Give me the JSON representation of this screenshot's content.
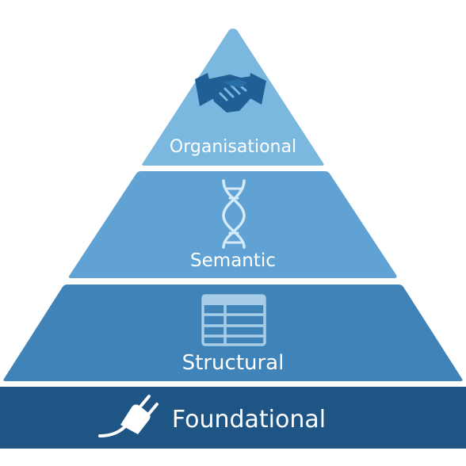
{
  "diagram": {
    "layers": [
      {
        "id": "organisational",
        "label": "Organisational",
        "icon": "handshake-icon",
        "color": "#7ab8e0"
      },
      {
        "id": "semantic",
        "label": "Semantic",
        "icon": "dna-icon",
        "color": "#5fa2d3"
      },
      {
        "id": "structural",
        "label": "Structural",
        "icon": "table-icon",
        "color": "#3f83b8"
      },
      {
        "id": "foundational",
        "label": "Foundational",
        "icon": "plug-icon",
        "color": "#1f5585"
      }
    ]
  }
}
